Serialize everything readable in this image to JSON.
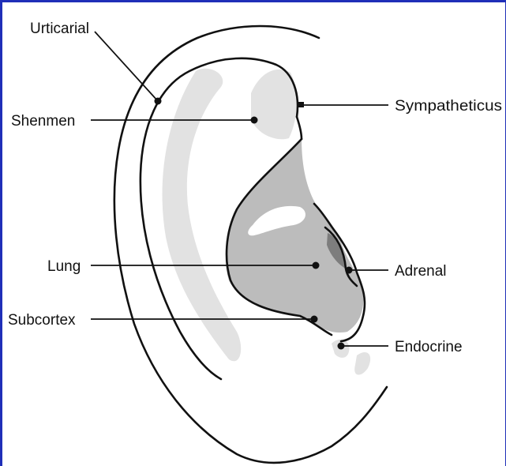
{
  "frame_color": "#1f2fb8",
  "colors": {
    "light_zone": "#e2e2e2",
    "mid_zone": "#bcbcbc",
    "dark_zone": "#7d7d7d",
    "outline": "#111111"
  },
  "labels": {
    "urticarial": "Urticarial",
    "shenmen": "Shenmen",
    "sympatheticus": "Sympatheticus",
    "lung": "Lung",
    "adrenal": "Adrenal",
    "subcortex": "Subcortex",
    "endocrine": "Endocrine"
  }
}
